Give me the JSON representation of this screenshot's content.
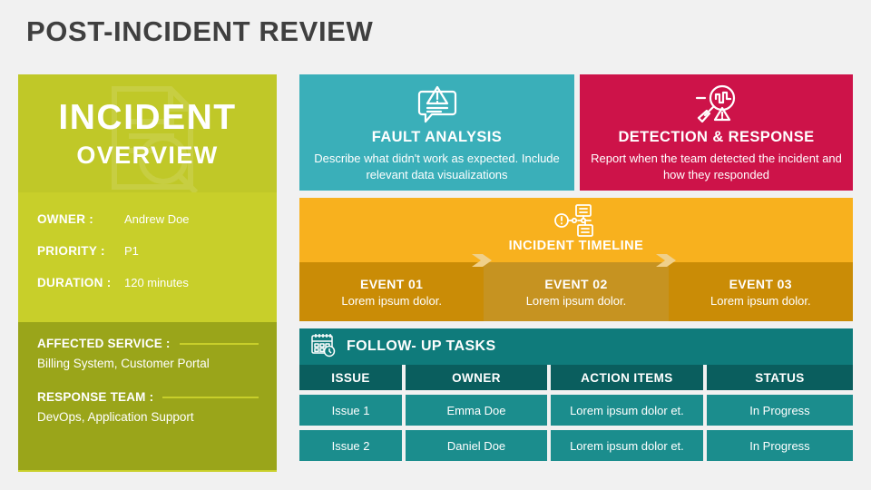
{
  "page_title": "POST-INCIDENT REVIEW",
  "colors": {
    "background": "#f1f1f1",
    "title_text": "#3f3f3f",
    "green_head": "#c0c828",
    "green_mid": "#c8cf2a",
    "green_dark": "#9aa51a",
    "teal_card": "#3aafb9",
    "crimson_card": "#cd1349",
    "amber": "#f8b11e",
    "amber_dark": "#ca8c06",
    "amber_dark_alt": "#c69321",
    "task_head": "#0f7b7b",
    "table_header": "#0a5e5e",
    "table_row": "#1b8d8d"
  },
  "overview": {
    "title_line1": "INCIDENT",
    "title_line2": "OVERVIEW",
    "watermark_icon": "document-magnifier-icon",
    "meta": [
      {
        "label": "OWNER :",
        "value": "Andrew Doe"
      },
      {
        "label": "PRIORITY :",
        "value": "P1"
      },
      {
        "label": "DURATION :",
        "value": "120 minutes"
      }
    ],
    "blocks": [
      {
        "label": "AFFECTED SERVICE :",
        "value": "Billing System, Customer Portal"
      },
      {
        "label": "RESPONSE TEAM :",
        "value": "DevOps, Application Support"
      }
    ]
  },
  "cards": [
    {
      "icon": "warning-speech-bubble-icon",
      "title": "FAULT ANALYSIS",
      "desc": "Describe what didn't work as expected. Include relevant data visualizations"
    },
    {
      "icon": "magnifier-signal-warning-icon",
      "title": "DETECTION & RESPONSE",
      "desc": "Report when the team detected the incident and how they responded"
    }
  ],
  "timeline": {
    "icon": "flowchart-alert-icon",
    "title": "INCIDENT TIMELINE",
    "events": [
      {
        "name": "EVENT 01",
        "desc": "Lorem ipsum dolor."
      },
      {
        "name": "EVENT 02",
        "desc": "Lorem ipsum dolor."
      },
      {
        "name": "EVENT 03",
        "desc": "Lorem ipsum dolor."
      }
    ]
  },
  "tasks": {
    "icon": "calendar-clock-icon",
    "title": "FOLLOW- UP TASKS",
    "columns": [
      "ISSUE",
      "OWNER",
      "ACTION ITEMS",
      "STATUS"
    ],
    "rows": [
      [
        "Issue 1",
        "Emma Doe",
        "Lorem ipsum dolor et.",
        "In Progress"
      ],
      [
        "Issue 2",
        "Daniel Doe",
        "Lorem ipsum dolor et.",
        "In Progress"
      ]
    ]
  }
}
